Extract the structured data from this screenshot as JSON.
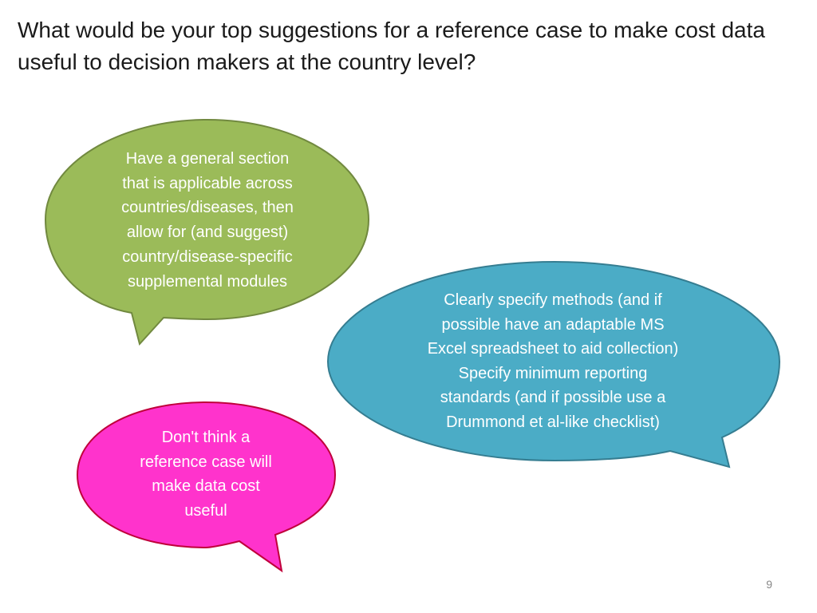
{
  "slide": {
    "title": "What would be your top suggestions for a reference case to make cost data useful to decision makers at the country level?",
    "page_number": "9"
  },
  "bubbles": {
    "green": {
      "fill": "#9bbb59",
      "stroke": "#71893f",
      "lines": [
        "Have a general section",
        "that is applicable across",
        "countries/diseases, then",
        "allow for (and suggest)",
        "country/disease-specific",
        "supplemental modules"
      ]
    },
    "blue": {
      "fill": "#4bacc6",
      "stroke": "#357d91",
      "lines": [
        "Clearly specify methods (and if",
        "possible have an adaptable MS",
        "Excel spreadsheet to aid collection)",
        "Specify minimum reporting",
        "standards (and if possible use a",
        "Drummond et al-like checklist)"
      ]
    },
    "pink": {
      "fill": "#ff33cc",
      "stroke": "#c0003a",
      "lines": [
        "Don't think a",
        "reference case will",
        "make data cost",
        "useful"
      ]
    }
  }
}
